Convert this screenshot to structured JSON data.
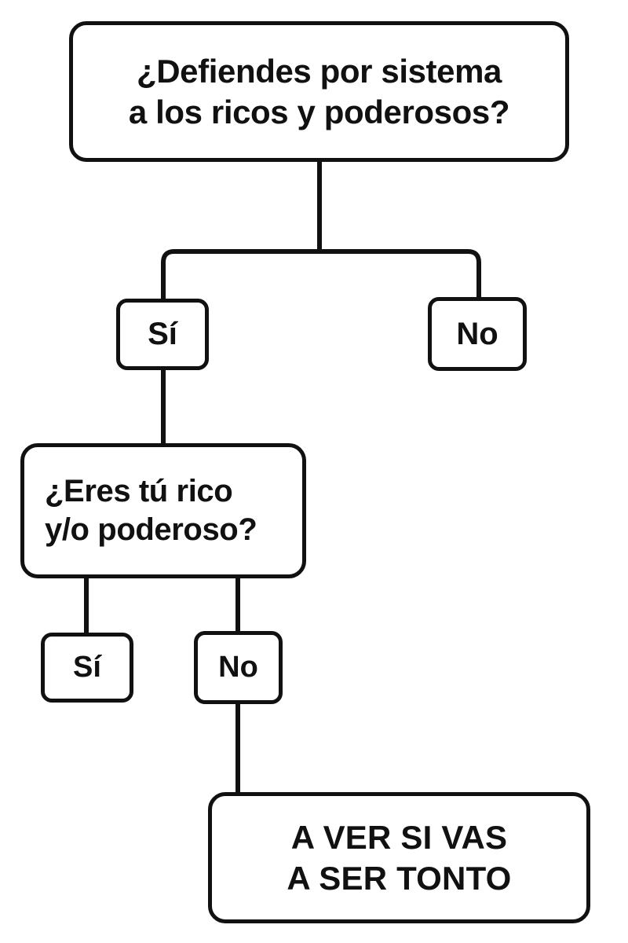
{
  "diagram": {
    "title": "Decision flowchart",
    "language": "es",
    "background_color": "#ffffff",
    "line_color": "#111111",
    "text_color": "#111111",
    "nodes": {
      "q1": {
        "id": "q1",
        "type": "question",
        "text": "¿Defiendes por sistema\na los ricos y poderosos?",
        "line1": "¿Defiendes por sistema",
        "line2": "a los ricos y poderosos?"
      },
      "a1_yes": {
        "id": "a1_yes",
        "type": "answer",
        "text": "Sí"
      },
      "a1_no": {
        "id": "a1_no",
        "type": "answer",
        "text": "No"
      },
      "q2": {
        "id": "q2",
        "type": "question",
        "text": "¿Eres tú rico\ny/o poderoso?",
        "line1": "¿Eres tú rico",
        "line2": "y/o poderoso?"
      },
      "a2_yes": {
        "id": "a2_yes",
        "type": "answer",
        "text": "Sí"
      },
      "a2_no": {
        "id": "a2_no",
        "type": "answer",
        "text": "No"
      },
      "result": {
        "id": "result",
        "type": "terminal",
        "text": "A VER SI VAS\nA SER TONTO",
        "line1": "A VER SI VAS",
        "line2": "A SER TONTO"
      }
    },
    "edges": [
      {
        "from": "q1",
        "to": "a1_yes",
        "label": ""
      },
      {
        "from": "q1",
        "to": "a1_no",
        "label": ""
      },
      {
        "from": "a1_yes",
        "to": "q2",
        "label": ""
      },
      {
        "from": "q2",
        "to": "a2_yes",
        "label": ""
      },
      {
        "from": "q2",
        "to": "a2_no",
        "label": ""
      },
      {
        "from": "a2_no",
        "to": "result",
        "label": ""
      }
    ]
  }
}
